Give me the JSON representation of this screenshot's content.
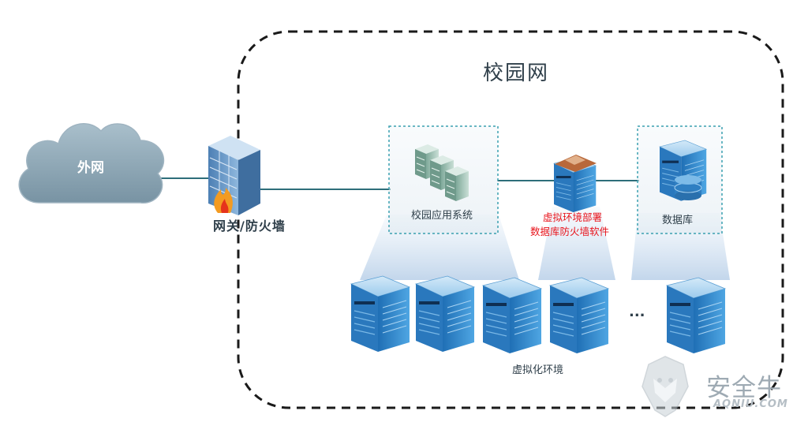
{
  "labels": {
    "campus_network": "校园网",
    "internet": "外网",
    "gateway_firewall": "网关/防火墙",
    "campus_app_system": "校园应用系统",
    "vm_note_line1": "虚拟环境部署",
    "vm_note_line2": "数据库防火墙软件",
    "database": "数据库",
    "ellipsis": "...",
    "virtualization_env": "虚拟化环境"
  },
  "watermark": {
    "brand_text": "安全牛",
    "brand_url": "AQNIU.COM"
  },
  "colors": {
    "boundary": "#1a1a1a",
    "link_line": "#2e6e7a",
    "cloud": "#8fa8b5",
    "server": "#3a8fd0",
    "highlight_note": "#e8141c",
    "group_box": "#3aa0b0"
  }
}
